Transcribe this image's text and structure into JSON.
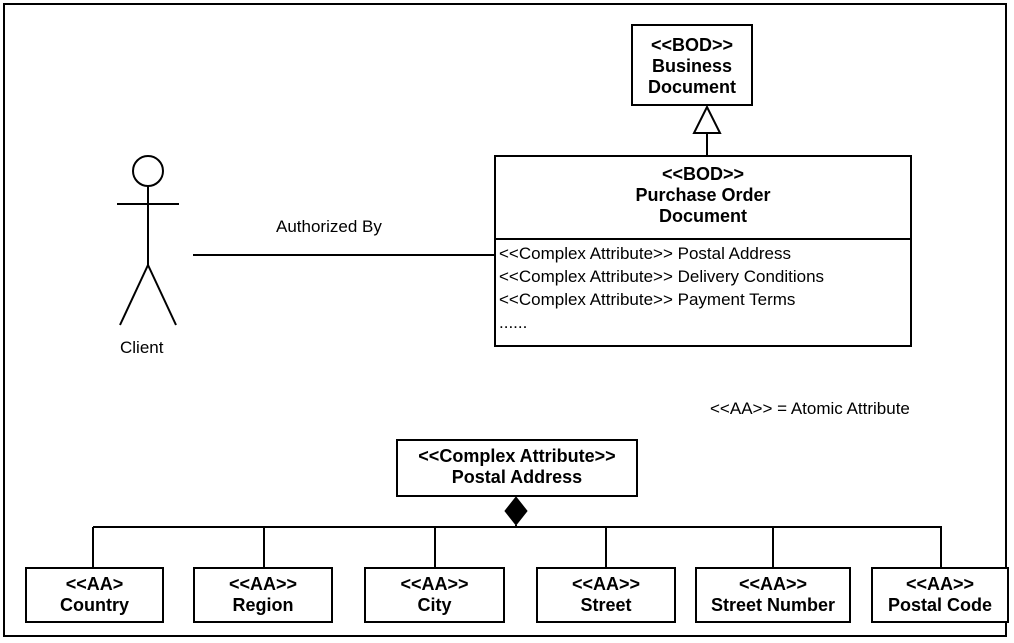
{
  "business_document": {
    "stereotype": "<<BOD>>",
    "name_line1": "Business",
    "name_line2": "Document"
  },
  "purchase_order": {
    "stereotype": "<<BOD>>",
    "name_line1": "Purchase Order",
    "name_line2": "Document",
    "attributes": [
      "<<Complex Attribute>> Postal Address",
      "<<Complex Attribute>> Delivery Conditions",
      "<<Complex Attribute>> Payment Terms",
      "......"
    ]
  },
  "actor": {
    "label": "Client"
  },
  "association": {
    "label": "Authorized By"
  },
  "legend": {
    "text": "<<AA>> = Atomic Attribute"
  },
  "postal_address": {
    "stereotype": "<<Complex Attribute>>",
    "name": "Postal Address"
  },
  "atomic_attributes": [
    {
      "stereotype": "<<AA>",
      "name": "Country"
    },
    {
      "stereotype": "<<AA>>",
      "name": "Region"
    },
    {
      "stereotype": "<<AA>>",
      "name": "City"
    },
    {
      "stereotype": "<<AA>>",
      "name": "Street"
    },
    {
      "stereotype": "<<AA>>",
      "name": "Street Number"
    },
    {
      "stereotype": "<<AA>>",
      "name": "Postal Code"
    }
  ]
}
